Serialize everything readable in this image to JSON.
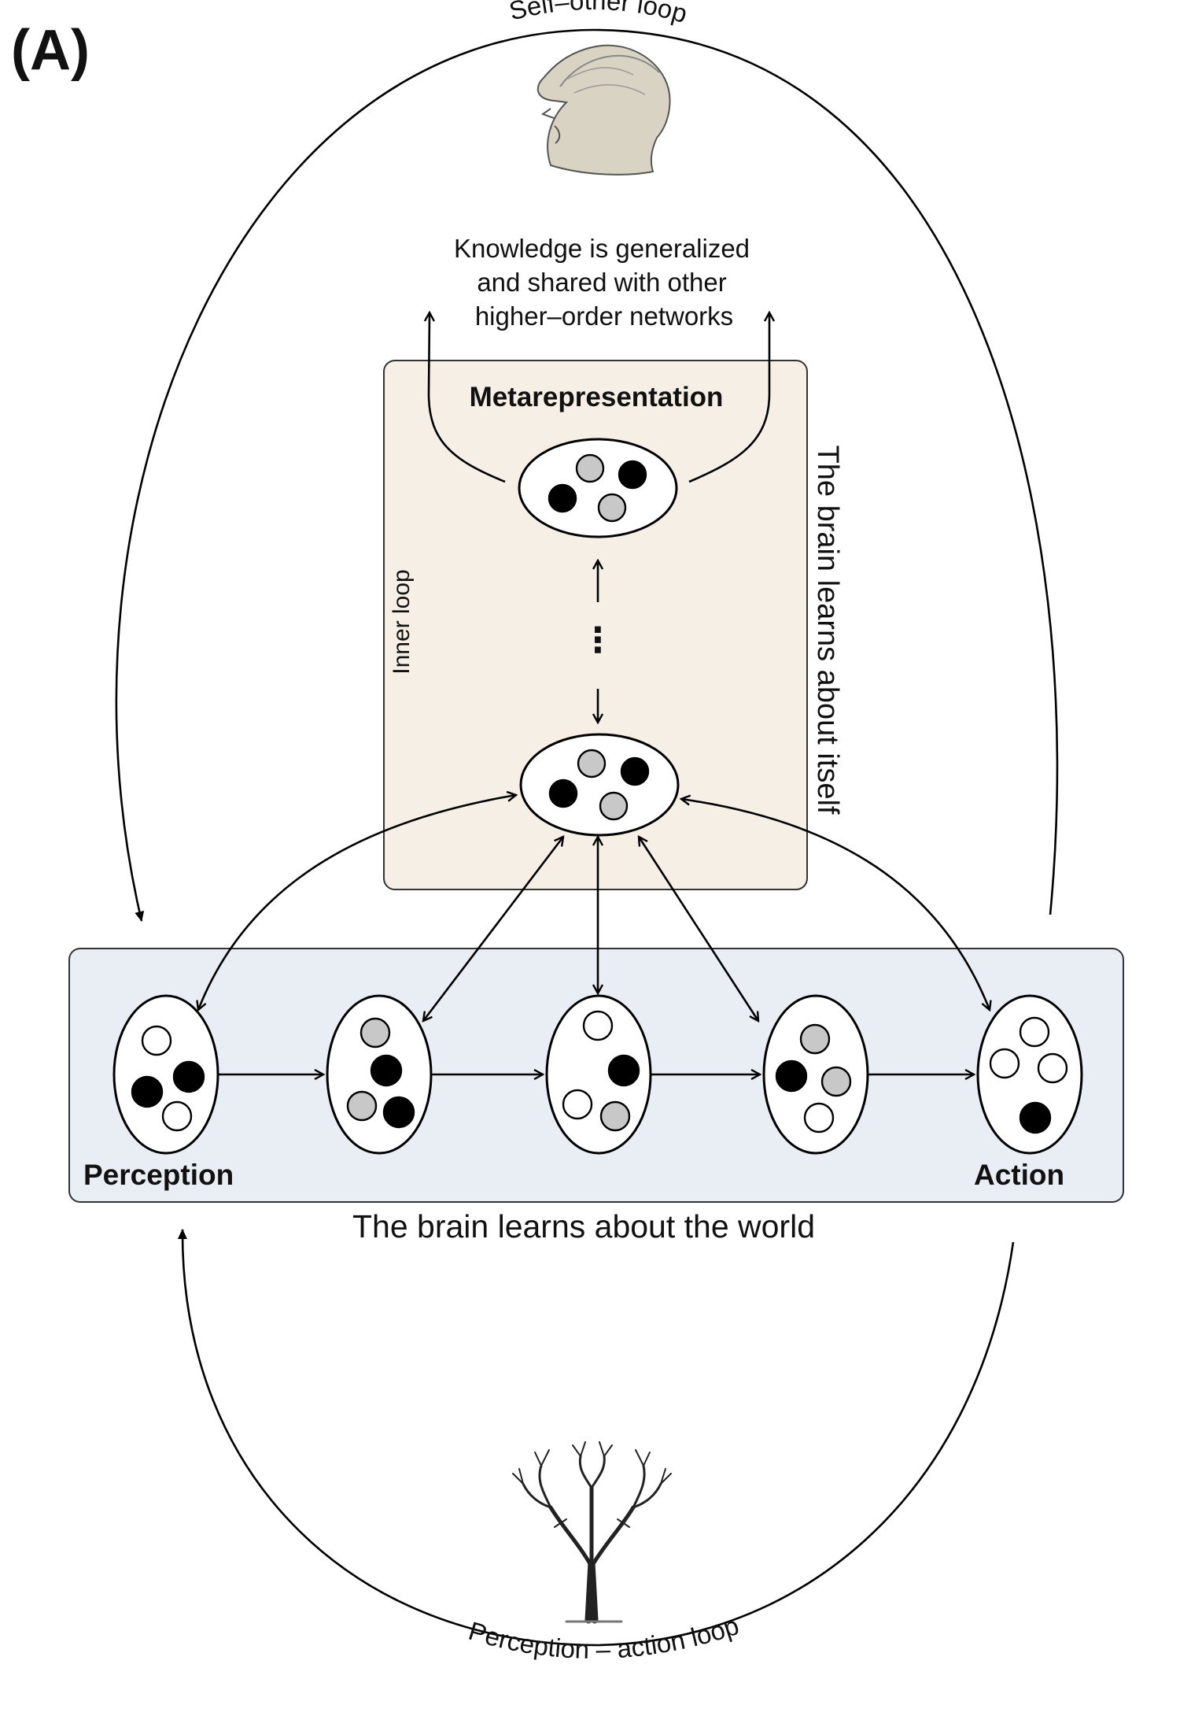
{
  "panel_label": "(A)",
  "self_other_loop_label": "Self–other loop",
  "perception_action_loop_label": "Perception – action loop",
  "knowledge_text": [
    "Knowledge is generalized",
    "and shared with other",
    "higher–order networks"
  ],
  "metarepresentation_label": "Metarepresentation",
  "inner_loop_label": "Inner loop",
  "self_learning_label": "The brain learns about itself",
  "world_learning_label": "The brain learns about the world",
  "perception_label": "Perception",
  "action_label": "Action",
  "ellipsis": "⋮",
  "colors": {
    "meta_box_fill": "#f5efe6",
    "world_box_fill": "#e9eef5",
    "dot_black": "#000000",
    "dot_grey": "#c8c8c8",
    "dot_white": "#ffffff"
  },
  "node_dot_colors": {
    "meta_top": [
      "grey",
      "black",
      "black",
      "grey"
    ],
    "meta_bottom": [
      "grey",
      "black",
      "black",
      "grey"
    ],
    "world_1": [
      "white",
      "black",
      "black",
      "white"
    ],
    "world_2": [
      "grey",
      "black",
      "grey",
      "black"
    ],
    "world_3": [
      "white",
      "black",
      "white",
      "grey"
    ],
    "world_4": [
      "grey",
      "black",
      "grey",
      "white"
    ],
    "world_5": [
      "white",
      "white",
      "white",
      "black"
    ]
  }
}
